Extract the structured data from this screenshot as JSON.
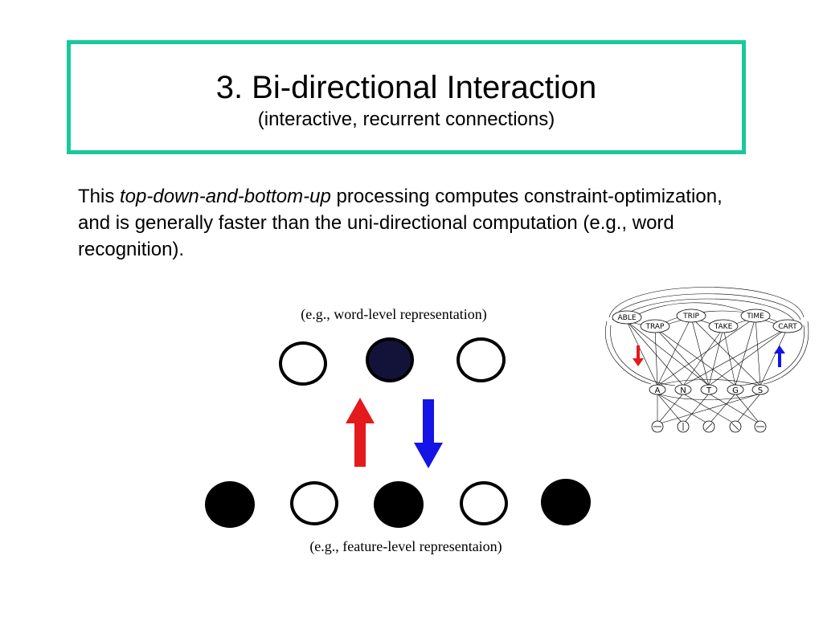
{
  "slide": {
    "title": "3. Bi-directional Interaction",
    "subtitle": "(interactive, recurrent connections)",
    "body": {
      "prefix": "This ",
      "emphasis": "top-down-and-bottom-up",
      "suffix": " processing computes constraint-optimization, and is generally faster than the uni-directional computation (e.g., word recognition)."
    },
    "border_color": "#19c99b"
  },
  "diagram": {
    "top_label": "(e.g., word-level representation)",
    "bottom_label": "(e.g., feature-level representaion)",
    "word_nodes": [
      "open",
      "filled-navy",
      "open"
    ],
    "feature_nodes": [
      "filled",
      "open",
      "filled",
      "open",
      "filled"
    ],
    "up_arrow_color": "#e41a1c",
    "down_arrow_color": "#1414e6",
    "navy_fill": "#13133a"
  },
  "network": {
    "words": [
      "ABLE",
      "TRAP",
      "TRIP",
      "TAKE",
      "TIME",
      "CART"
    ],
    "letters": [
      "A",
      "N",
      "T",
      "G",
      "S"
    ],
    "feature_count": 5
  }
}
